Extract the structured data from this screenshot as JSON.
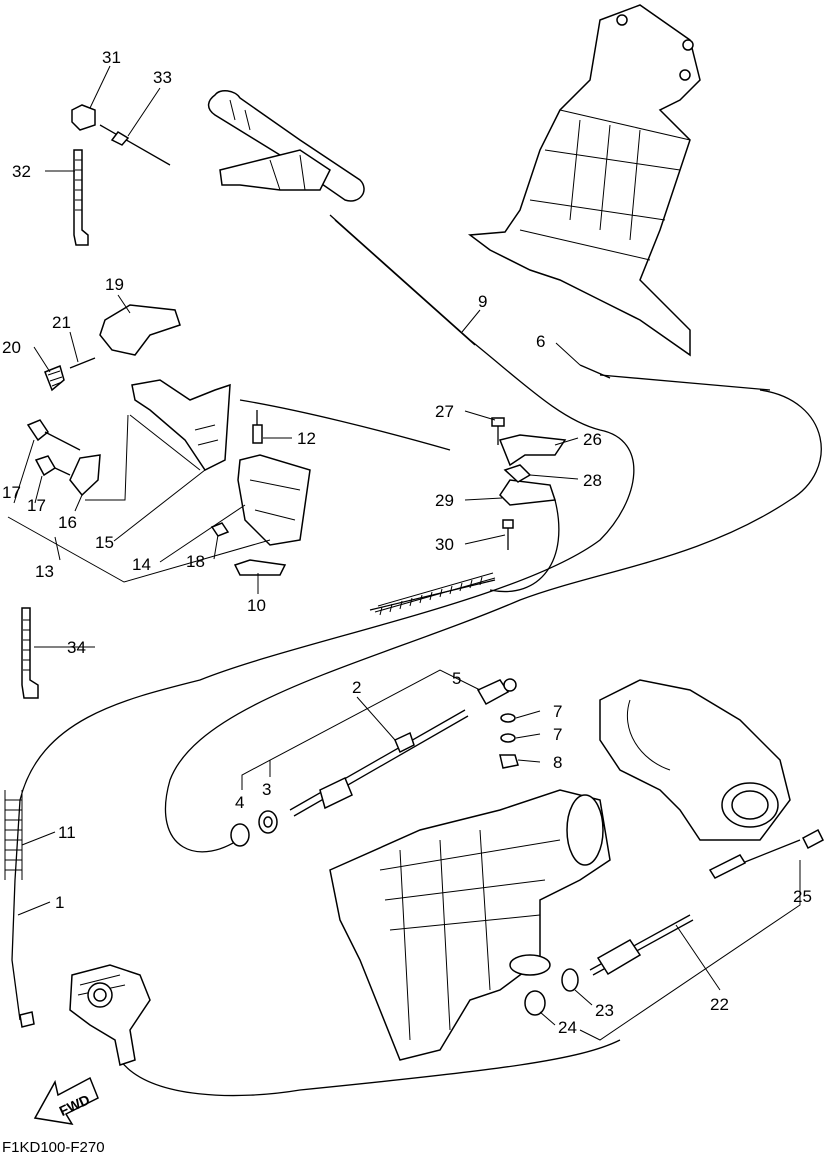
{
  "diagram": {
    "drawing_code": "F1KD100-F270",
    "direction_label": "FWD",
    "callouts": [
      "1",
      "2",
      "3",
      "4",
      "5",
      "6",
      "7",
      "8",
      "9",
      "10",
      "11",
      "12",
      "13",
      "14",
      "15",
      "16",
      "17",
      "18",
      "19",
      "20",
      "21",
      "22",
      "23",
      "24",
      "25",
      "26",
      "27",
      "28",
      "29",
      "30",
      "31",
      "32",
      "33",
      "34"
    ],
    "callout_extra": [
      "7",
      "17"
    ]
  }
}
